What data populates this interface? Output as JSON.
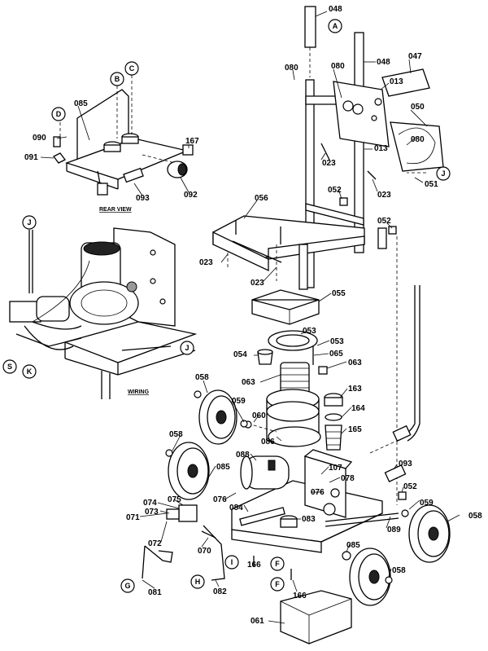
{
  "captions": {
    "rear_view": "REAR VIEW",
    "wiring": "WIRING"
  },
  "part_labels": [
    "048",
    "048",
    "047",
    "080",
    "080",
    "013",
    "050",
    "080",
    "013",
    "023",
    "051",
    "023",
    "052",
    "056",
    "052",
    "023",
    "023",
    "085",
    "090",
    "091",
    "093",
    "092",
    "167",
    "055",
    "053",
    "053",
    "054",
    "065",
    "063",
    "063",
    "058",
    "059",
    "060",
    "163",
    "164",
    "165",
    "086",
    "058",
    "088",
    "085",
    "107",
    "078",
    "093",
    "052",
    "076",
    "076",
    "074",
    "073",
    "075",
    "071",
    "084",
    "083",
    "059",
    "058",
    "072",
    "070",
    "089",
    "085",
    "166",
    "058",
    "081",
    "082",
    "166",
    "061"
  ],
  "callouts": [
    "A",
    "B",
    "C",
    "D",
    "J",
    "J",
    "S",
    "K",
    "J",
    "G",
    "H",
    "I",
    "F",
    "F"
  ],
  "colors": {
    "line": "#000000",
    "background": "#ffffff"
  }
}
